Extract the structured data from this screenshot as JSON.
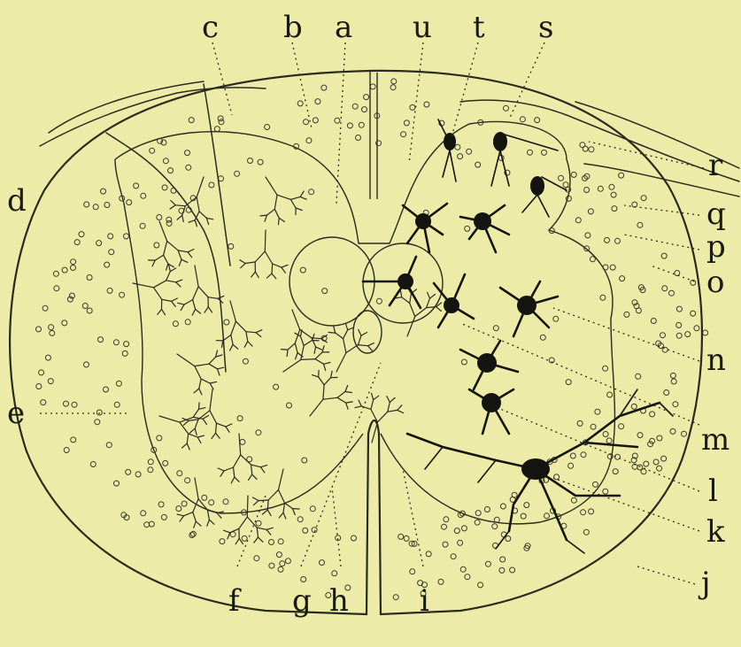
{
  "figure": {
    "labels": [
      {
        "id": "a",
        "text": "a"
      },
      {
        "id": "b",
        "text": "b"
      },
      {
        "id": "c",
        "text": "c"
      },
      {
        "id": "d",
        "text": "d"
      },
      {
        "id": "e",
        "text": "e"
      },
      {
        "id": "f",
        "text": "f"
      },
      {
        "id": "g",
        "text": "g"
      },
      {
        "id": "h",
        "text": "h"
      },
      {
        "id": "i",
        "text": "i"
      },
      {
        "id": "j",
        "text": "j"
      },
      {
        "id": "k",
        "text": "k"
      },
      {
        "id": "l",
        "text": "l"
      },
      {
        "id": "m",
        "text": "m"
      },
      {
        "id": "n",
        "text": "n"
      },
      {
        "id": "o",
        "text": "o"
      },
      {
        "id": "p",
        "text": "p"
      },
      {
        "id": "q",
        "text": "q"
      },
      {
        "id": "r",
        "text": "r"
      },
      {
        "id": "s",
        "text": "s"
      },
      {
        "id": "t",
        "text": "t"
      },
      {
        "id": "u",
        "text": "u"
      }
    ]
  },
  "colors": {
    "background": "#EDEBA8",
    "ink": "#2a2a1e",
    "cell": "#141410"
  }
}
